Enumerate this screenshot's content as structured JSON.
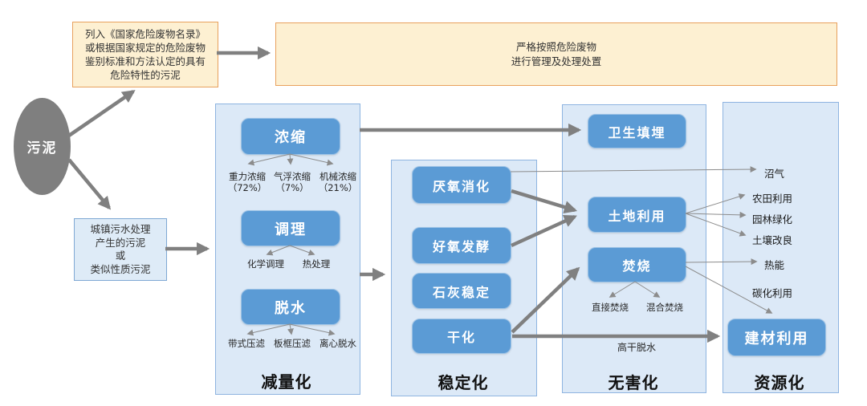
{
  "source_node": {
    "label": "污泥"
  },
  "hazard_criteria_box": {
    "text": "列入《国家危险废物名录》\n或根据国家规定的危险废物\n鉴别标准和方法认定的具有\n危险特性的污泥"
  },
  "hazard_disposal_box": {
    "text": "严格按照危险废物\n进行管理及处理处置"
  },
  "municipal_sludge_box": {
    "text": "城镇污水处理\n产生的污泥\n或\n类似性质污泥"
  },
  "reduction": {
    "label": "减量化",
    "nodes": {
      "concentration": {
        "label": "浓缩",
        "subs": [
          "重力浓缩\n（72%）",
          "气浮浓缩\n（7%）",
          "机械浓缩\n（21%）"
        ]
      },
      "conditioning": {
        "label": "调理",
        "subs": [
          "化学调理",
          "热处理"
        ]
      },
      "dewatering": {
        "label": "脱水",
        "subs": [
          "带式压滤",
          "板框压滤",
          "离心脱水"
        ]
      }
    }
  },
  "stabilization": {
    "label": "稳定化",
    "nodes": {
      "anaerobic": {
        "label": "厌氧消化"
      },
      "aerobic": {
        "label": "好氧发酵"
      },
      "lime": {
        "label": "石灰稳定"
      },
      "drying": {
        "label": "干化"
      }
    }
  },
  "harmless": {
    "label": "无害化",
    "nodes": {
      "landfill": {
        "label": "卫生填埋"
      },
      "land_use": {
        "label": "土地利用"
      },
      "incineration": {
        "label": "焚烧",
        "subs": [
          "直接焚烧",
          "混合焚烧"
        ]
      }
    },
    "edge_label": "高干脱水"
  },
  "resource": {
    "label": "资源化",
    "outputs": [
      "沼气",
      "农田利用",
      "园林绿化",
      "土壤改良",
      "热能",
      "碳化利用"
    ],
    "nodes": {
      "building_material": {
        "label": "建材利用"
      }
    }
  },
  "colors": {
    "node_blue": "#5b9bd5",
    "panel_fill": "#dce9f7",
    "panel_border": "#8eb4e0",
    "orange_fill": "#fdf0d2",
    "orange_border": "#e8a15d",
    "arrow_gray": "#808080",
    "ellipse_gray": "#7f7f7f"
  }
}
